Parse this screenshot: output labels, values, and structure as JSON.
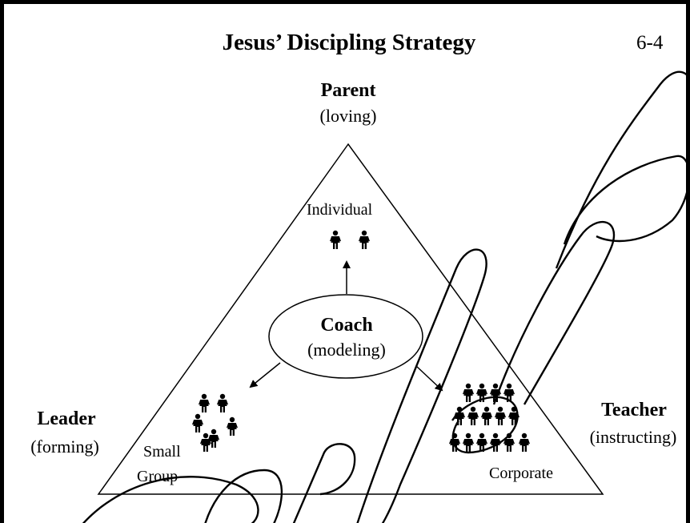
{
  "title": "Jesus’ Discipling Strategy",
  "page_number": "6-4",
  "vertices": {
    "top": {
      "role": "Parent",
      "description": "(loving)"
    },
    "left": {
      "role": "Leader",
      "description": "(forming)"
    },
    "right": {
      "role": "Teacher",
      "description": "(instructing)"
    }
  },
  "center": {
    "role": "Coach",
    "description": "(modeling)"
  },
  "groups": {
    "individual": {
      "label": "Individual",
      "people_count": 2
    },
    "small_group": {
      "label_line1": "Small",
      "label_line2": "Group",
      "people_count": 6
    },
    "corporate": {
      "label": "Corporate",
      "people_count": 15
    }
  },
  "watermark": "Sample P",
  "colors": {
    "ink": "#000000",
    "background": "#ffffff"
  }
}
